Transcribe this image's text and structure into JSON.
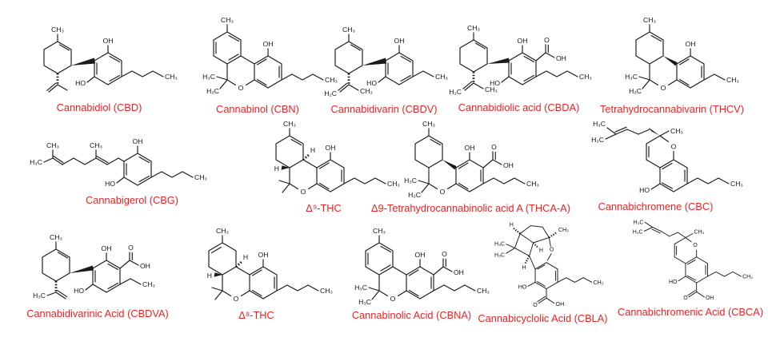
{
  "page": {
    "background": "#ffffff",
    "label_color": "#ee2224",
    "bond_color": "#1a1a1a"
  },
  "compounds": [
    {
      "id": "cbd",
      "name": "Cannabidiol (CBD)",
      "labels": [
        "CH₃",
        "OH",
        "HO",
        "CH₃"
      ]
    },
    {
      "id": "cbn",
      "name": "Cannabinol (CBN)",
      "labels": [
        "CH₃",
        "OH",
        "H₃C",
        "H₃C",
        "O",
        "CH₃"
      ]
    },
    {
      "id": "cbdv",
      "name": "Cannabidivarin (CBDV)",
      "labels": [
        "CH₃",
        "OH",
        "HO",
        "H₂C",
        "CH₃",
        "CH₃"
      ]
    },
    {
      "id": "cbda",
      "name": "Cannabidiolic acid (CBDA)",
      "labels": [
        "CH₃",
        "OH",
        "O",
        "OH",
        "HO",
        "H₂C",
        "CH₃",
        "CH₃"
      ]
    },
    {
      "id": "thcv",
      "name": "Tetrahydrocannabivarin (THCV)",
      "labels": [
        "CH₃",
        "OH",
        "H₃C",
        "H₃C",
        "O",
        "CH₃"
      ]
    },
    {
      "id": "cbg",
      "name": "Cannabigerol (CBG)",
      "labels": [
        "H₃C",
        "CH₃",
        "CH₃",
        "OH",
        "HO",
        "CH₃"
      ]
    },
    {
      "id": "d9thc",
      "name": "Δ⁹-THC",
      "labels": [
        "CH₃",
        "H",
        "H",
        "OH",
        "O",
        "CH₃"
      ]
    },
    {
      "id": "thcaa",
      "name": "Δ9-Tetrahydrocannabinolic acid A (THCA-A)",
      "labels": [
        "CH₃",
        "OH",
        "O",
        "OH",
        "H₃C",
        "H₃C",
        "O",
        "CH₃"
      ]
    },
    {
      "id": "cbc",
      "name": "Cannabichromene (CBC)",
      "labels": [
        "H₃C",
        "H₃C",
        "CH₃",
        "O",
        "HO",
        "CH₃"
      ]
    },
    {
      "id": "cbdva",
      "name": "Cannabidivarinic Acid (CBDVA)",
      "labels": [
        "CH₃",
        "OH",
        "O",
        "OH",
        "H₃C",
        "HO",
        "CH₃"
      ]
    },
    {
      "id": "d8thc",
      "name": "Δ⁸-THC",
      "labels": [
        "CH₃",
        "H",
        "H",
        "OH",
        "O",
        "CH₃"
      ]
    },
    {
      "id": "cbna",
      "name": "Cannabinolic Acid (CBNA)",
      "labels": [
        "CH₃",
        "OH",
        "O",
        "OH",
        "H₃C",
        "H₃C",
        "O",
        "CH₃"
      ]
    },
    {
      "id": "cbla",
      "name": "Cannabicyclolic Acid (CBLA)",
      "labels": [
        "H",
        "CH₃",
        "H",
        "H₃C",
        "H₃C",
        "H",
        "O",
        "HO",
        "O",
        "OH",
        "CH₃"
      ]
    },
    {
      "id": "cbca",
      "name": "Cannabichromenic Acid (CBCA)",
      "labels": [
        "H₃C",
        "H₃C",
        "CH₃",
        "O",
        "HO",
        "O",
        "OH",
        "CH₃"
      ]
    }
  ]
}
